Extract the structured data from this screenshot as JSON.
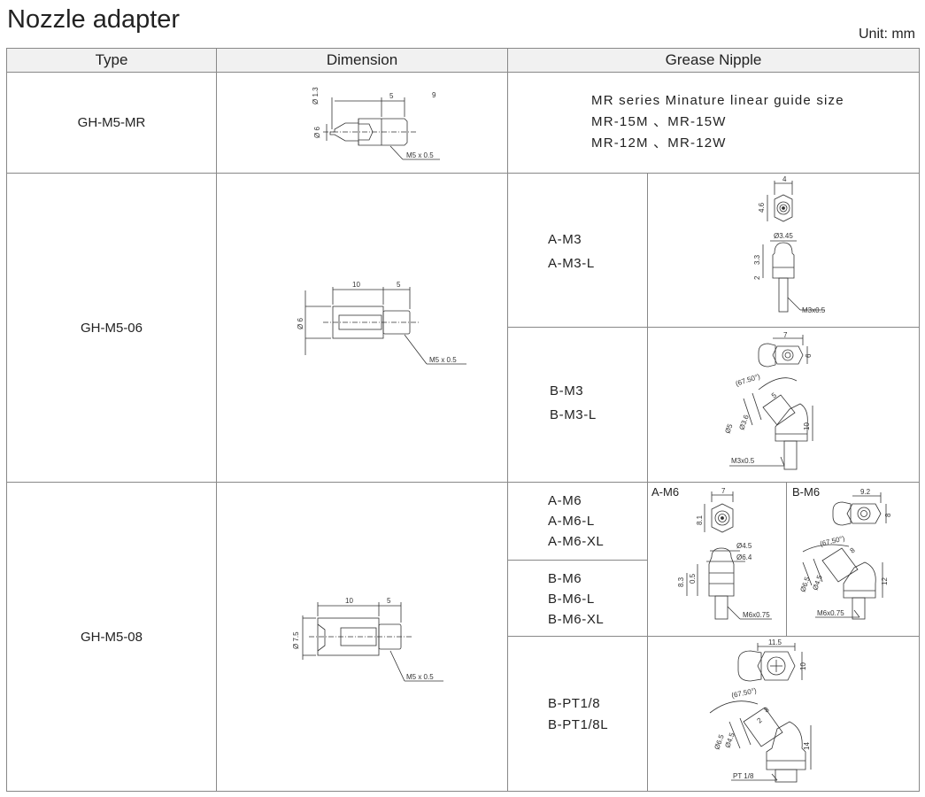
{
  "page": {
    "title": "Nozzle adapter",
    "unit": "Unit: mm"
  },
  "table": {
    "headers": {
      "type": "Type",
      "dimension": "Dimension",
      "grease_nipple": "Grease Nipple"
    },
    "rows": [
      {
        "type": "GH-M5-MR",
        "dims": {
          "d_tip": "Ø 1.3",
          "d_body": "Ø 6",
          "len_a": "5",
          "len_b": "9",
          "thread": "M5 x 0.5"
        },
        "nipple_text": [
          "MR series Minature linear guide size",
          "MR-15M 、MR-15W",
          "MR-12M 、MR-12W"
        ]
      },
      {
        "type": "GH-M5-06",
        "dims": {
          "d_body": "Ø 6",
          "len_a": "10",
          "len_b": "5",
          "thread": "M5 x 0.5"
        },
        "nipples": [
          {
            "models": [
              "A-M3",
              "A-M3-L"
            ],
            "dims": {
              "hex": "4",
              "height": "4.6",
              "dia": "Ø3.45",
              "h1": "3.3",
              "h2": "2",
              "thread": "M3x0.5"
            }
          },
          {
            "models": [
              "B-M3",
              "B-M3-L"
            ],
            "dims": {
              "hex": "7",
              "width": "6",
              "angle": "(67.50°)",
              "len": "5",
              "d1": "Ø5",
              "d2": "Ø3.6",
              "height": "10",
              "thread": "M3x0.5"
            }
          }
        ]
      },
      {
        "type": "GH-M5-08",
        "dims": {
          "d_body": "Ø 7.5",
          "len_a": "10",
          "len_b": "5",
          "thread": "M5 x 0.5"
        },
        "nipples": [
          {
            "models": [
              "A-M6",
              "A-M6-L",
              "A-M6-XL"
            ]
          },
          {
            "models": [
              "B-M6",
              "B-M6-L",
              "B-M6-XL"
            ]
          },
          {
            "models": [
              "B-PT1/8",
              "B-PT1/8L"
            ],
            "dims": {
              "hex": "11.5",
              "width": "10",
              "angle": "(67.50°)",
              "len_a": "2",
              "len_b": "8",
              "d1": "Ø6.5",
              "d2": "Ø4.5",
              "height": "14",
              "thread": "PT 1/8"
            }
          }
        ],
        "m6_drawings": {
          "a": {
            "label": "A-M6",
            "hex": "7",
            "height": "8.1",
            "d1": "Ø4.5",
            "d2": "Ø6.4",
            "h1": "8.3",
            "h2": "0.5",
            "thread": "M6x0.75"
          },
          "b": {
            "label": "B-M6",
            "hex": "9.2",
            "width": "8",
            "angle": "(67.50°)",
            "len": "8",
            "d1": "Ø6.5",
            "d2": "Ø4.5",
            "height": "12",
            "thread": "M6x0.75"
          }
        }
      }
    ]
  }
}
